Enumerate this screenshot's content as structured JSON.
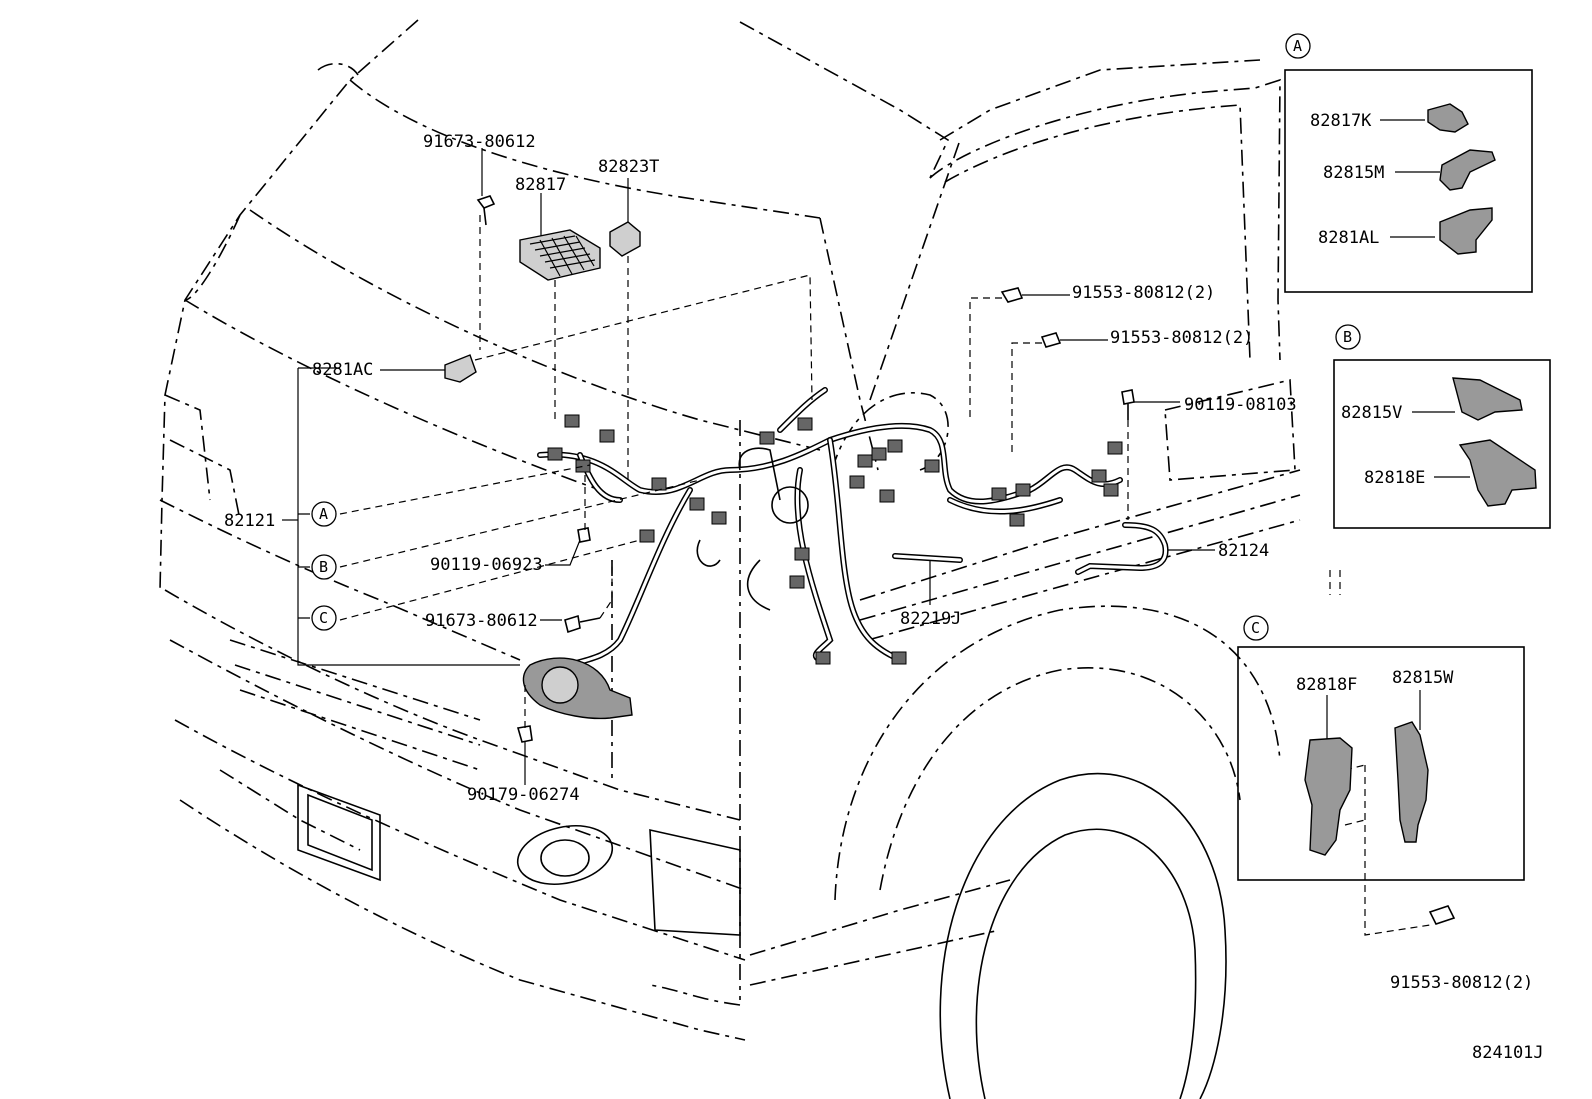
{
  "diagram_id": "824101J",
  "callouts": {
    "A": "A",
    "B": "B",
    "C": "C"
  },
  "labels": {
    "p_91673_80612_top": "91673-80612",
    "p_82817": "82817",
    "p_82823T": "82823T",
    "p_8281AC": "8281AC",
    "p_82121": "82121",
    "p_90119_06923": "90119-06923",
    "p_91673_80612_bot": "91673-80612",
    "p_90179_06274": "90179-06274",
    "p_91553_80812_a": "91553-80812(2)",
    "p_91553_80812_b": "91553-80812(2)",
    "p_90119_08103": "90119-08103",
    "p_82124": "82124",
    "p_82219J": "82219J",
    "p_82817K": "82817K",
    "p_82815M": "82815M",
    "p_8281AL": "8281AL",
    "p_82815V": "82815V",
    "p_82818E": "82818E",
    "p_82818F": "82818F",
    "p_82815W": "82815W",
    "p_91553_80812_c": "91553-80812(2)"
  }
}
